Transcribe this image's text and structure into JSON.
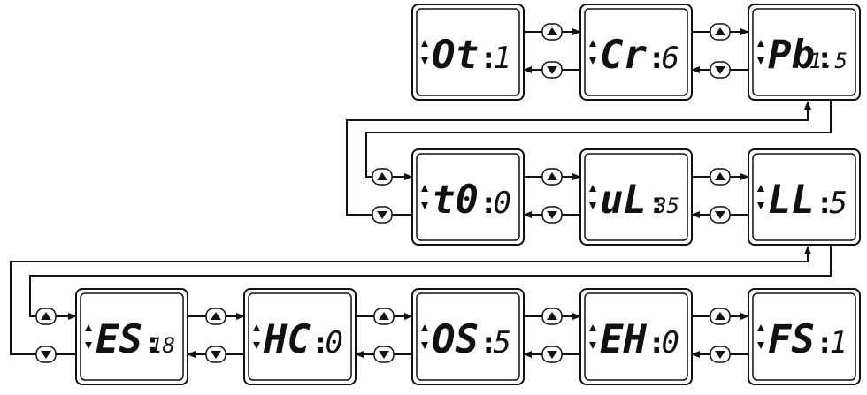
{
  "screens": [
    {
      "id": "Ot",
      "code": "Ot",
      "value": "1"
    },
    {
      "id": "Cr",
      "code": "Cr",
      "value": "6"
    },
    {
      "id": "Pb",
      "code": "Pb",
      "value": "1.5"
    },
    {
      "id": "t0",
      "code": "t0",
      "value": "0"
    },
    {
      "id": "uL",
      "code": "uL",
      "value": "35"
    },
    {
      "id": "LL",
      "code": "LL",
      "value": "5"
    },
    {
      "id": "ES",
      "code": "ES",
      "value": "18"
    },
    {
      "id": "HC",
      "code": "HC",
      "value": "0"
    },
    {
      "id": "OS",
      "code": "OS",
      "value": "5"
    },
    {
      "id": "EH",
      "code": "EH",
      "value": "0"
    },
    {
      "id": "FS",
      "code": "FS",
      "value": "1"
    }
  ],
  "buttons": {
    "up": "up-arrow-button",
    "down": "down-arrow-button"
  }
}
